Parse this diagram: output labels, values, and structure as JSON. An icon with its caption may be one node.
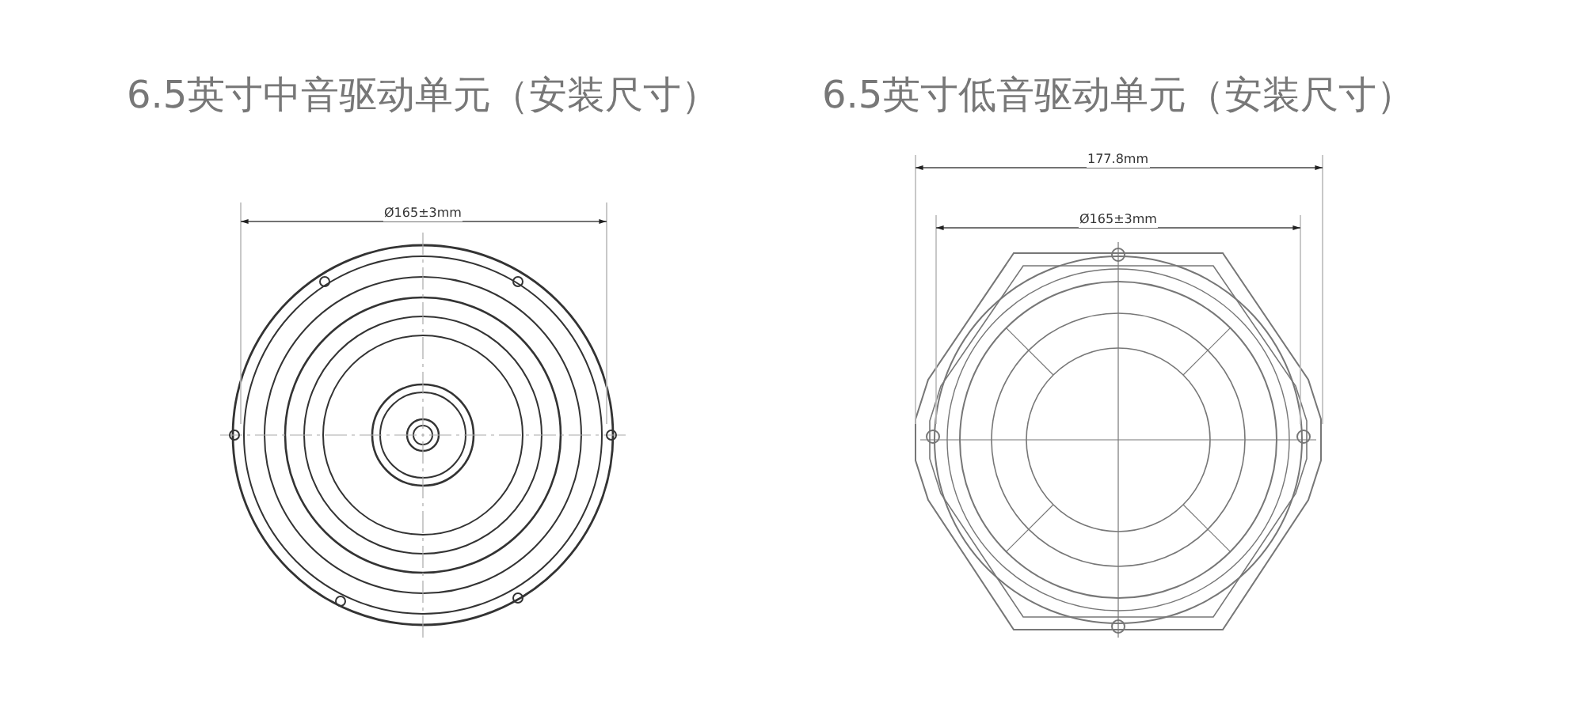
{
  "diagram": {
    "labels": [
      "6.5英寸中音驱动单元（安装尺寸）",
      "Ø165±3mm",
      "6.5英寸低音驱动单元（安装尺寸）",
      "177.8mm",
      "Ø165±3mm"
    ]
  }
}
